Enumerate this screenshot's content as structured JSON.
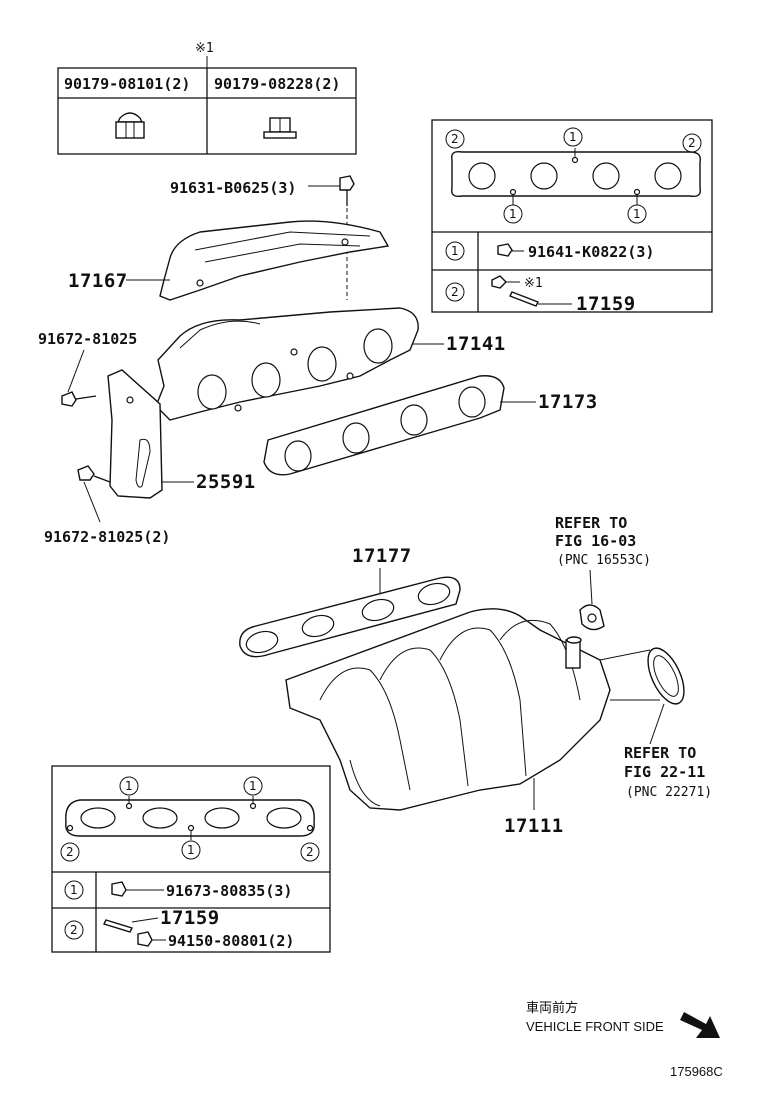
{
  "top_table": {
    "note_mark": "※1",
    "col1_part": "90179-08101(2)",
    "col2_part": "90179-08228(2)"
  },
  "callouts": {
    "bolt_top": "91631-B0625(3)",
    "heat_insulator": "17167",
    "exhaust_manifold": "17141",
    "exhaust_gasket": "17173",
    "bracket_bolt_upper": "91672-81025",
    "bracket": "25591",
    "bracket_bolt_lower": "91672-81025(2)",
    "intake_gasket": "17177",
    "intake_manifold": "17111"
  },
  "exhaust_detail": {
    "row1_marker": "1",
    "row1_part": "91641-K0822(3)",
    "row2_marker": "2",
    "row2_note": "※1",
    "row2_part": "17159",
    "gasket_marks": [
      "2",
      "1",
      "2",
      "1",
      "1"
    ]
  },
  "intake_detail": {
    "row1_marker": "1",
    "row1_part": "91673-80835(3)",
    "row2_marker": "2",
    "row2_part_a": "17159",
    "row2_part_b": "94150-80801(2)",
    "gasket_marks": [
      "1",
      "1",
      "2",
      "1",
      "2"
    ]
  },
  "refer_upper": {
    "line1": "REFER TO",
    "line2": "FIG 16-03",
    "line3": "(PNC 16553C)"
  },
  "refer_lower": {
    "line1": "REFER TO",
    "line2": "FIG 22-11",
    "line3": "(PNC 22271)"
  },
  "orientation": {
    "japanese": "車両前方",
    "english": "VEHICLE FRONT SIDE"
  },
  "figure_code": "175968C"
}
